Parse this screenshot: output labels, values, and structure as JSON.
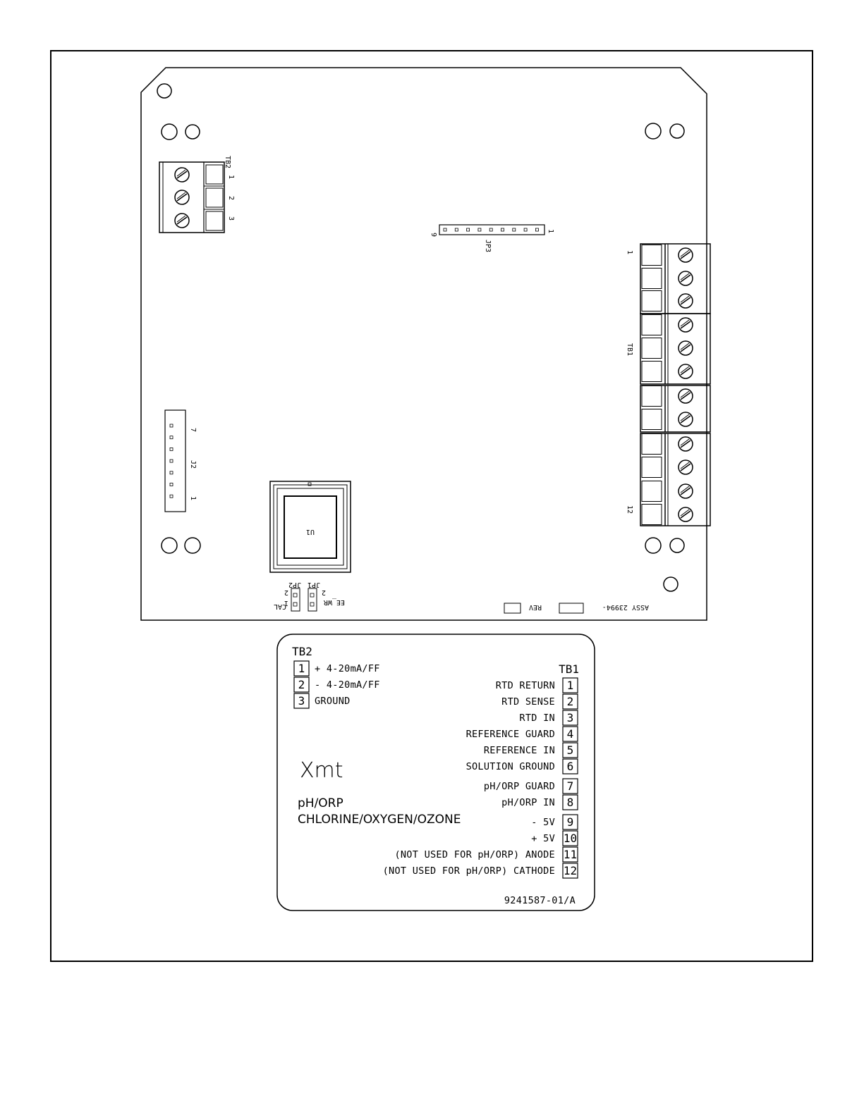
{
  "board": {
    "tb2_label": "TB2",
    "tb2_terminals": [
      "1",
      "2",
      "3"
    ],
    "jp3_label": "JP3",
    "jp3_pin_first": "1",
    "jp3_pin_last": "9",
    "tb1_label": "TB1",
    "tb1_pin_first": "1",
    "tb1_pin_last": "12",
    "j2_label": "J2",
    "j2_pin_first": "1",
    "j2_pin_last": "7",
    "u1_label": "U1",
    "jp1_label": "JP1",
    "jp2_label": "JP2",
    "jp1_func": "EE_WR",
    "jp2_func": "CAL",
    "jumper_pin_1": "1",
    "jumper_pin_2": "2",
    "rev_label": "REV",
    "assy_label": "ASSY 23994-"
  },
  "legend": {
    "tb2_title": "TB2",
    "tb2_rows": [
      {
        "num": "1",
        "text": "+ 4-20mA/FF"
      },
      {
        "num": "2",
        "text": "- 4-20mA/FF"
      },
      {
        "num": "3",
        "text": "GROUND"
      }
    ],
    "tb1_title": "TB1",
    "tb1_rows": [
      {
        "num": "1",
        "text": "RTD RETURN"
      },
      {
        "num": "2",
        "text": "RTD SENSE"
      },
      {
        "num": "3",
        "text": "RTD IN"
      },
      {
        "num": "4",
        "text": "REFERENCE GUARD"
      },
      {
        "num": "5",
        "text": "REFERENCE IN"
      },
      {
        "num": "6",
        "text": "SOLUTION GROUND"
      },
      {
        "num": "7",
        "text": "pH/ORP GUARD"
      },
      {
        "num": "8",
        "text": "pH/ORP IN"
      },
      {
        "num": "9",
        "text": "- 5V"
      },
      {
        "num": "10",
        "text": "+ 5V"
      },
      {
        "num": "11",
        "text": "(NOT USED FOR pH/ORP) ANODE"
      },
      {
        "num": "12",
        "text": "(NOT USED FOR pH/ORP) CATHODE"
      }
    ],
    "product_name": "Xmt",
    "model_line1": "pH/ORP",
    "model_line2": "CHLORINE/OXYGEN/OZONE",
    "part_number": "9241587-01/A"
  }
}
